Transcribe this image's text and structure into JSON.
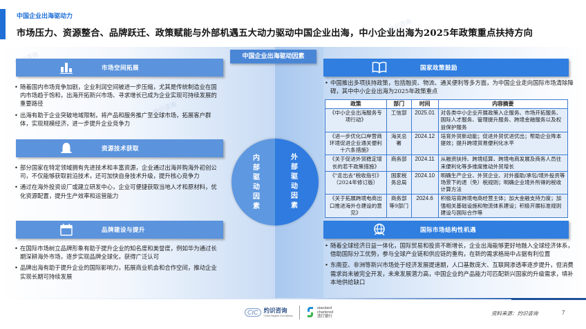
{
  "header": {
    "subtitle": "中国企业出海驱动力",
    "title": "市场压力、资源整合、品牌跃迁、政策赋能与外部机遇五大动力驱动中国企业出海，中小企业出海为2025年政策重点扶持方向",
    "accent_color": "#1f6fd6"
  },
  "center": {
    "header": "中国企业出海驱动因素",
    "circle": {
      "left_label": "内部驱动因素",
      "right_label": "外部驱动因素"
    }
  },
  "left_sections": [
    {
      "icon": "bar-chart-icon",
      "title": "市场空间拓展",
      "bullets": [
        "随着国内市场竞争加剧，企业利润空间被进一步压缩，尤其是传统制造业在国内市场趋于饱和，出海开拓新兴市场、寻求增长已成为企业实现可持续发展的重要路径",
        "出海有助于企业突破地域限制，将产品和服务推广至全球市场，拓展客户群体，实现规模经济，进一步提升企业竞争力"
      ]
    },
    {
      "icon": "bell-icon",
      "title": "资源技术获取",
      "bullets": [
        "部分国家在特定领域拥有先进技术和丰富资源，企业通过出海并购海外初创公司，不仅能够获取前沿技术，还可加快自身技术升级，提升核心竞争力",
        "通过在海外投资设厂或建立研发中心，企业可便捷获取当地人才和原材料，优化资源配置，提升生产效率和运营能力"
      ]
    },
    {
      "icon": "calendar-icon",
      "title": "品牌建设与提升",
      "bullets": [
        "在国际市场树立品牌形象有助于提升企业的知名度和美誉度，例如华为通过长期深耕海外市场，逐步实现品牌全球化，获得广泛认可",
        "品牌出海有助于提升企业的国际影响力，拓展商业机会和合作空间，推动企业实现长期可持续发展"
      ]
    }
  ],
  "right_sections": {
    "policy": {
      "icon": "book-icon",
      "title": "国家政策鼓励",
      "bullets": [
        "中国推出多项扶持政策，包括融资、物流、通关便利等多方面，为中国企业走向国际市场清除障碍，其中中小企业出海为2025年政策重点"
      ],
      "table": {
        "headers": [
          "政策",
          "部门",
          "时间",
          "内容摘要"
        ],
        "rows": [
          [
            "《中小企业出海服务专项行动》",
            "工信部",
            "2025.01",
            "对各类中小企业开展政策入企服务、市场开拓服务、国际人才服务、管理提升服务、跨境金融服务以及权益保护服务"
          ],
          [
            "《进一步优化口岸营商环境促进企业通关便利十六条措施》",
            "海关总署",
            "2024.12",
            "培育外贸新动能；促进外贸优进优出；帮助企业降本提效；提升跨境贸易便利化水平"
          ],
          [
            "《关于促进外贸稳定增长的若干政策措施》",
            "商务部",
            "2024.11",
            "从融资扶持、跨境结算、跨境电商发展及商务人员往来便利化等多维度推动外贸增长"
          ],
          [
            "《\"走出去\"税收指引》（2024年修订版）",
            "国家税务总局",
            "2024.10",
            "明确生产企业、外贸企业、对外援助/承包/境外投资等场景下的退（免）税规则；明确企业境外所得的税收计算方法"
          ],
          [
            "《关于拓展跨境电商出口推进海外仓建设的意见》",
            "商务部等9部门",
            "2024.6",
            "积极培育跨境电商经营主体；加大金融支持力度；加强相关基础设施和物流体系建设；积极开展标准规则建设与国际合作等"
          ]
        ]
      }
    },
    "international": {
      "icon": "globe-hand-icon",
      "title": "国际市场结构性机遇",
      "bullets": [
        "随着全球经济日益一体化，国际贸易和投资不断增长，企业出海能够更好地融入全球经济体系，借助国际分工优势，参与全球产业链和供应链的重构，在新的需求格局中占据有利位置",
        "东南亚、非洲等新兴市场处于经济发展提速期，人口基数庞大、互联网渗透率逐步提升，但消费需求尚未被完全开发，未来发展潜力高，中国企业的产品能力可匹配新兴国家的升级需求，填补本地供给缺口"
      ]
    }
  },
  "footer": {
    "cic_mark": "CIC",
    "cic_name": "灼识咨询",
    "cic_en": "China Insights Consultancy",
    "sc_text": [
      "standard",
      "chartered",
      "渣打银行"
    ],
    "source": "资料来源：灼识咨询",
    "page_number": "7"
  },
  "watermarks": [
    "灼识咨询",
    "standard chartered 渣打银行"
  ]
}
